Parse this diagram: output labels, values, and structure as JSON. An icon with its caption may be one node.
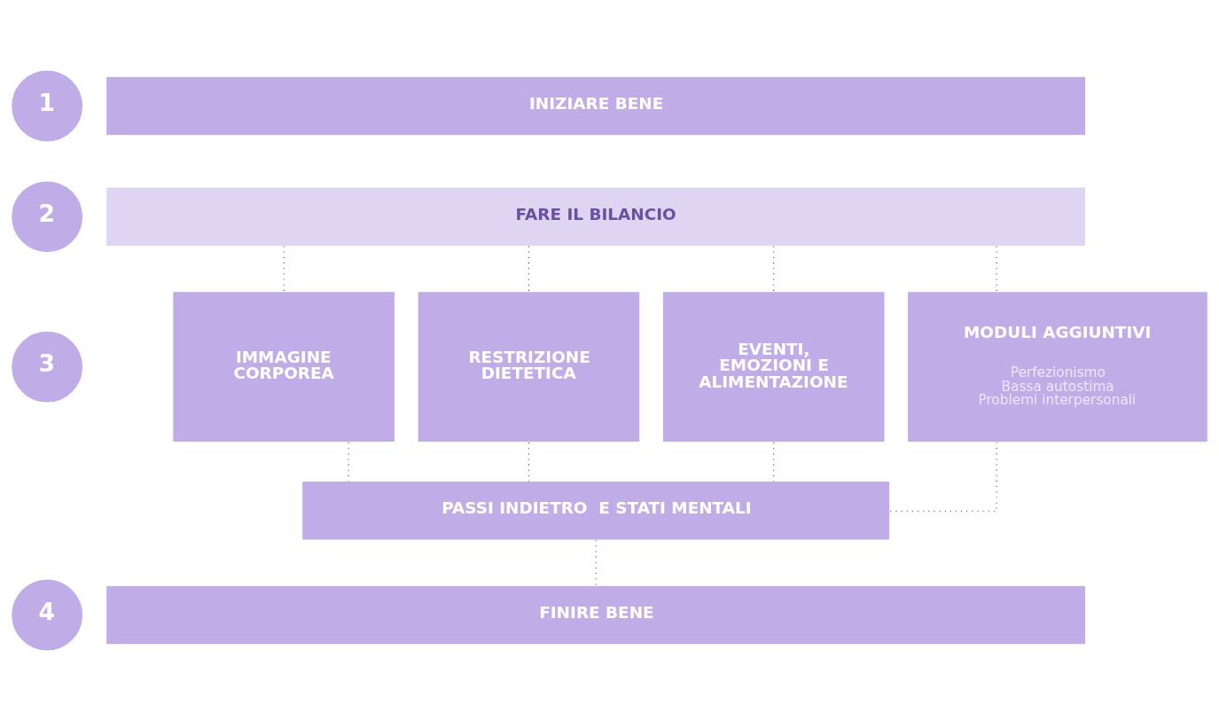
{
  "diagram": {
    "nodes": [
      {
        "text": [
          "1"
        ]
      },
      {
        "text": [
          "INIZIARE BENE"
        ]
      },
      {
        "text": [
          "2"
        ]
      },
      {
        "text": [
          "FARE IL BILANCIO"
        ]
      },
      {
        "text": [
          "3"
        ]
      },
      {
        "text": [
          "IMMAGINE CORPOREA"
        ]
      },
      {
        "text": [
          "RESTRIZIONE DIETETICA"
        ]
      },
      {
        "text": [
          "EVENTI, EMOZIONI E ALIMENTAZIONE"
        ]
      },
      {
        "text": [
          "MODULI AGGIUNTIVI",
          "Perfezionismo",
          "Bassa autostima",
          "Problemi interpersonali"
        ]
      },
      {
        "text": [
          "PASSI INDIETRO  E STATI MENTALI"
        ]
      },
      {
        "text": [
          "4"
        ]
      },
      {
        "text": [
          "FINIRE BENE"
        ]
      }
    ],
    "edges": [
      {
        "from": 3,
        "to": 5,
        "arrow": "none"
      },
      {
        "from": 3,
        "to": 6,
        "arrow": "none"
      },
      {
        "from": 3,
        "to": 7,
        "arrow": "none"
      },
      {
        "from": 3,
        "to": 8,
        "arrow": "none"
      },
      {
        "from": 5,
        "to": 9,
        "arrow": "none"
      },
      {
        "from": 6,
        "to": 9,
        "arrow": "none"
      },
      {
        "from": 7,
        "to": 9,
        "arrow": "none"
      },
      {
        "from": 8,
        "to": 9,
        "arrow": "none"
      },
      {
        "from": 9,
        "to": 11,
        "arrow": "none"
      }
    ]
  }
}
